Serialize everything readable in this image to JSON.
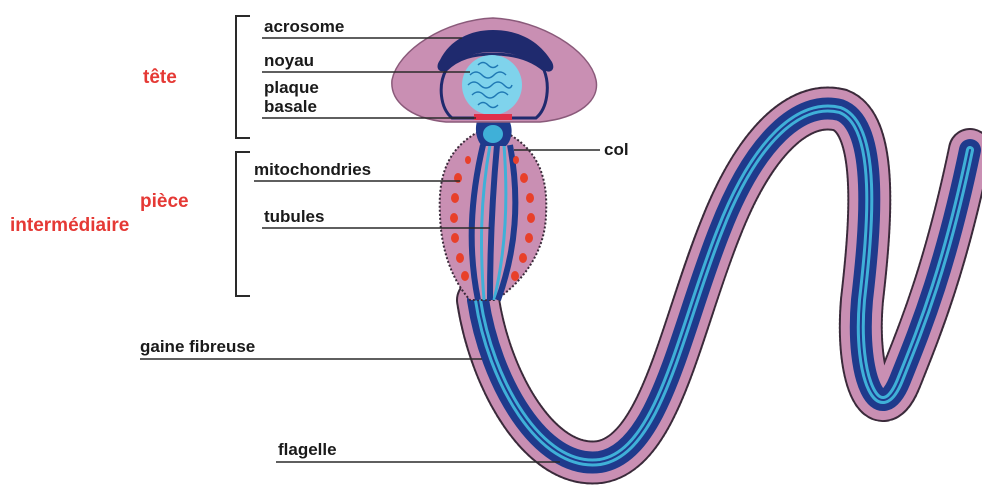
{
  "colors": {
    "membrane": "#c98fb3",
    "membrane_edge": "#3a2a3a",
    "blue_dark": "#1f3a8c",
    "blue_light": "#3fb0d8",
    "mitochondria": "#e8402a",
    "basal_plate": "#e0304a",
    "group_label": "#e53935",
    "line": "#2a2a2a"
  },
  "groups": {
    "head": "tête",
    "midpiece_line1": "pièce",
    "midpiece_line2": "intermédiaire"
  },
  "labels": {
    "acrosome": "acrosome",
    "nucleus": "noyau",
    "basal_plate_1": "plaque",
    "basal_plate_2": "basale",
    "neck": "col",
    "mitochondria": "mitochondries",
    "tubules": "tubules",
    "fibrous_sheath": "gaine fibreuse",
    "flagellum": "flagelle"
  }
}
